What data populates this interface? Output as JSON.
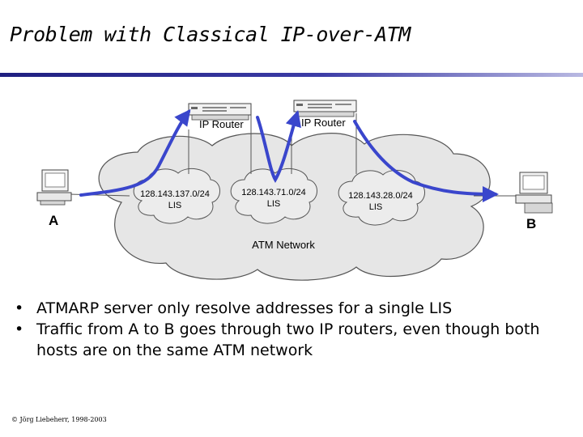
{
  "slide": {
    "title": "Problem with Classical IP-over-ATM",
    "footer": "© Jörg Liebeherr, 1998-2003"
  },
  "diagram": {
    "routers": [
      {
        "label": "IP Router"
      },
      {
        "label": "IP Router"
      }
    ],
    "subnets": [
      {
        "address": "128.143.137.0/24",
        "type": "LIS"
      },
      {
        "address": "128.143.71.0/24",
        "type": "LIS"
      },
      {
        "address": "128.143.28.0/24",
        "type": "LIS"
      }
    ],
    "network_label": "ATM Network",
    "hosts": [
      {
        "label": "A"
      },
      {
        "label": "B"
      }
    ],
    "colors": {
      "path": "#3a46cc",
      "cloud_fill": "#e6e6e6",
      "cloud_stroke": "#555555"
    }
  },
  "bullets": [
    {
      "symbol": "•",
      "text": "ATMARP server only resolve addresses for a single LIS"
    },
    {
      "symbol": "•",
      "text": "Traffic from A to B goes through two IP routers, even though both hosts are on the same ATM network"
    }
  ]
}
